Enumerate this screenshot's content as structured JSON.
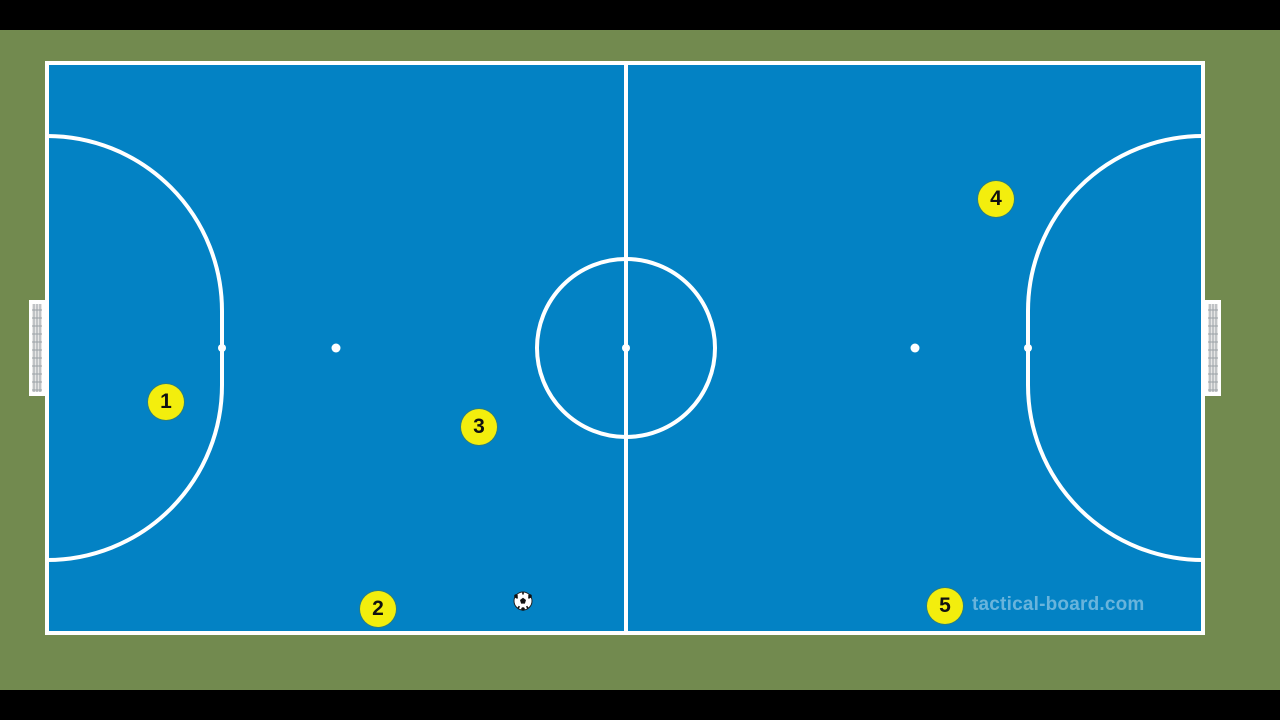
{
  "scene": {
    "colors": {
      "surround": "#728a4f",
      "court": "#0382c4",
      "lines": "#ffffff",
      "player": "#f3ee0d",
      "letterbox": "#000000"
    },
    "players": [
      {
        "number": "1"
      },
      {
        "number": "2"
      },
      {
        "number": "3"
      },
      {
        "number": "4"
      },
      {
        "number": "5"
      }
    ],
    "ball": {
      "icon": "soccer-ball-icon"
    },
    "watermark": "tactical-board.com"
  }
}
